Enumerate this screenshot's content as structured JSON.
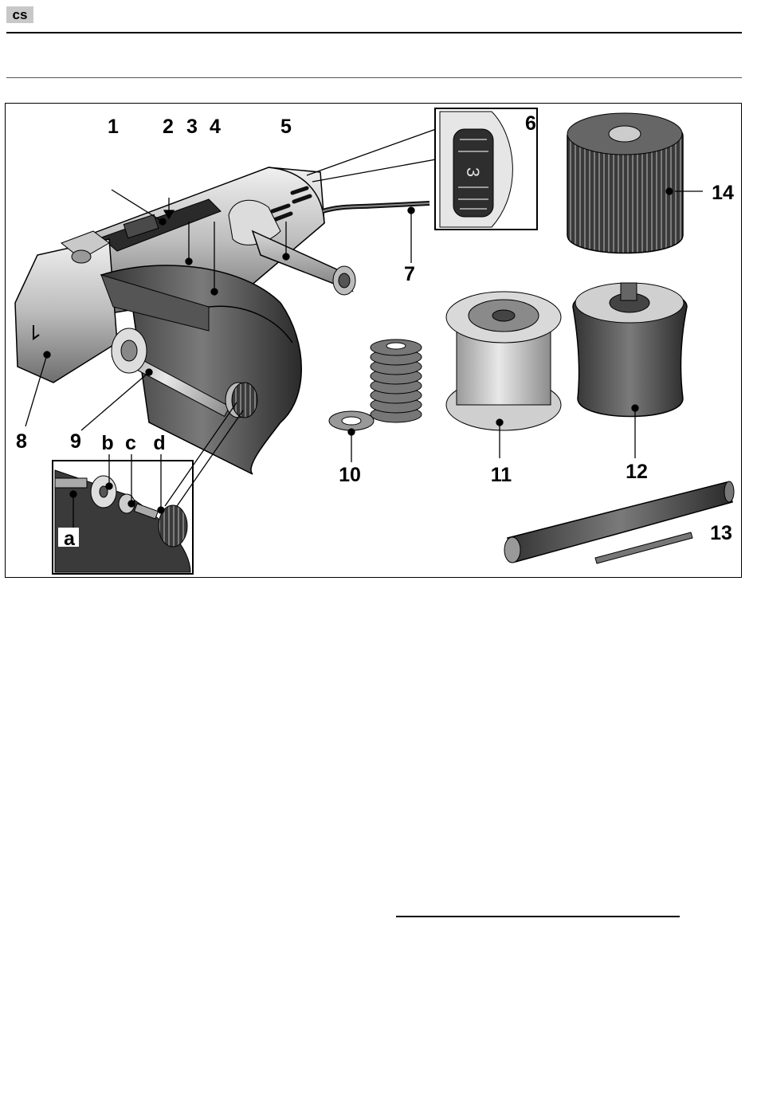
{
  "header": {
    "language_code": "cs"
  },
  "figure": {
    "callouts": [
      "1",
      "2",
      "3",
      "4",
      "5",
      "6",
      "7",
      "8",
      "9",
      "10",
      "11",
      "12",
      "13",
      "14"
    ],
    "detail_callouts": [
      "a",
      "b",
      "c",
      "d"
    ],
    "dial_number": "3"
  }
}
